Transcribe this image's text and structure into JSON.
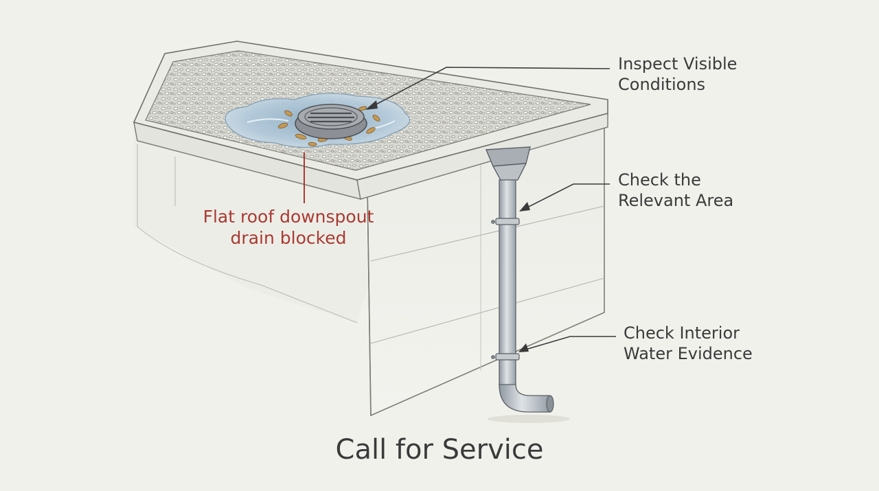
{
  "problem_label": {
    "lines": [
      "Flat roof downspout",
      "drain blocked"
    ],
    "color": "#a83a32"
  },
  "callouts": [
    {
      "lines": [
        "Inspect Visible",
        "Conditions"
      ]
    },
    {
      "lines": [
        "Check the",
        "Relevant Area"
      ]
    },
    {
      "lines": [
        "Check Interior",
        "Water Evidence"
      ]
    }
  ],
  "cta": {
    "label": "Call for Service"
  },
  "colors": {
    "background": "#f1f1ec",
    "ink": "#3a3a3a",
    "accent": "#a83a32",
    "water": "#a9c4d6",
    "wall": "#eeeee9",
    "pipe": "#b9c0c7"
  }
}
